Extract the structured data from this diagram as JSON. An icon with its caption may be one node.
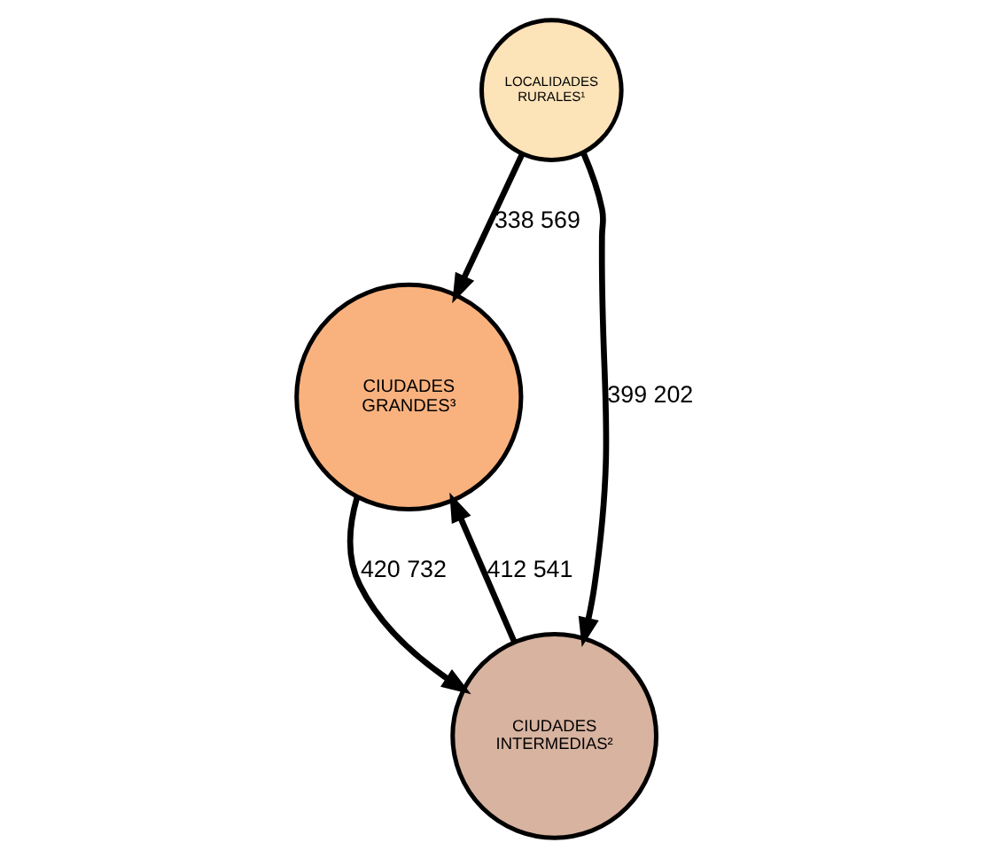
{
  "diagram": {
    "nodes": [
      {
        "text": [
          "LOCALIDADES RURALES¹"
        ]
      },
      {
        "text": [
          "CIUDADES GRANDES³"
        ]
      },
      {
        "text": [
          "CIUDADES INTERMEDIAS²"
        ]
      }
    ],
    "edges": [
      {
        "from": 0,
        "to": 1,
        "arrow": "to",
        "label": "338 569"
      },
      {
        "from": 1,
        "to": 2,
        "arrow": "to",
        "label": "420 732"
      },
      {
        "from": 2,
        "to": 1,
        "arrow": "to",
        "label": "412 541"
      },
      {
        "from": 0,
        "to": 2,
        "arrow": "to",
        "label": "399 202"
      }
    ]
  }
}
